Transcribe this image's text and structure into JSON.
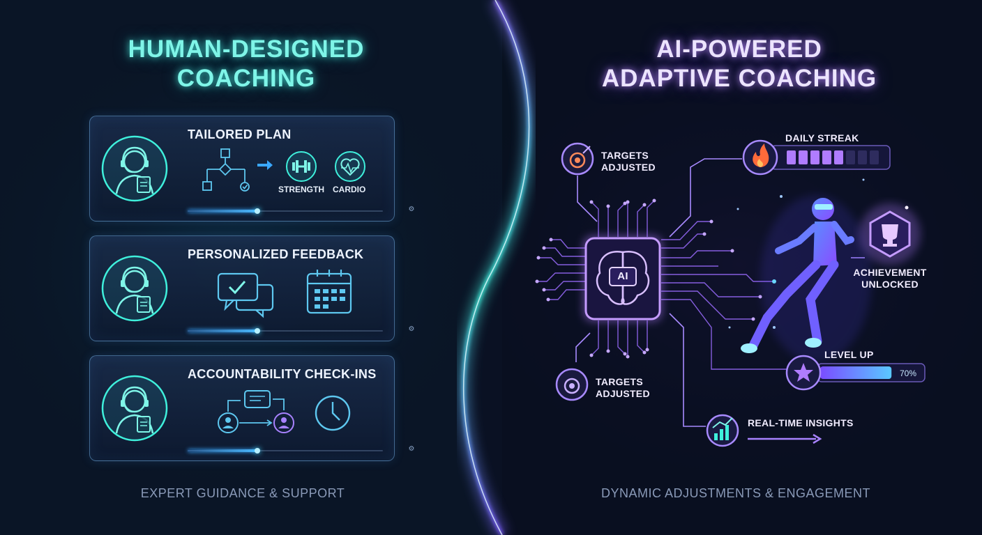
{
  "left": {
    "title_line1": "HUMAN-DESIGNED",
    "title_line2": "COACHING",
    "cards": [
      {
        "title": "TAILORED PLAN",
        "labels": [
          "STRENGTH",
          "CARDIO"
        ]
      },
      {
        "title": "PERSONALIZED FEEDBACK"
      },
      {
        "title": "ACCOUNTABILITY CHECK-INS"
      }
    ],
    "footer": "EXPERT GUIDANCE & SUPPORT"
  },
  "right": {
    "title_line1": "AI-POWERED",
    "title_line2": "ADAPTIVE COACHING",
    "chip_label": "AI",
    "targets_top": {
      "line1": "TARGETS",
      "line2": "ADJUSTED"
    },
    "targets_bottom": {
      "line1": "TARGETS",
      "line2": "ADJUSTED"
    },
    "daily_streak": {
      "label": "DAILY STREAK",
      "filled": 5,
      "total": 8
    },
    "achievement": {
      "line1": "ACHIEVEMENT",
      "line2": "UNLOCKED"
    },
    "level_up": {
      "label": "LEVEL UP",
      "value_text": "70%",
      "progress": 0.7
    },
    "insights": {
      "label": "REAL-TIME INSIGHTS"
    },
    "footer": "DYNAMIC ADJUSTMENTS & ENGAGEMENT"
  },
  "icons": [
    "coach-headset-icon",
    "flowchart-icon",
    "dumbbell-icon",
    "heart-pulse-icon",
    "chat-check-icon",
    "calendar-icon",
    "people-exchange-icon",
    "clock-icon",
    "ai-brain-chip-icon",
    "target-gear-icon",
    "flame-icon",
    "trophy-icon",
    "star-icon",
    "trend-chart-icon",
    "runner-figure"
  ],
  "colors": {
    "teal": "#3ff0dc",
    "purple": "#b07cff",
    "blue": "#3aa8ff",
    "background": "#07101e"
  }
}
